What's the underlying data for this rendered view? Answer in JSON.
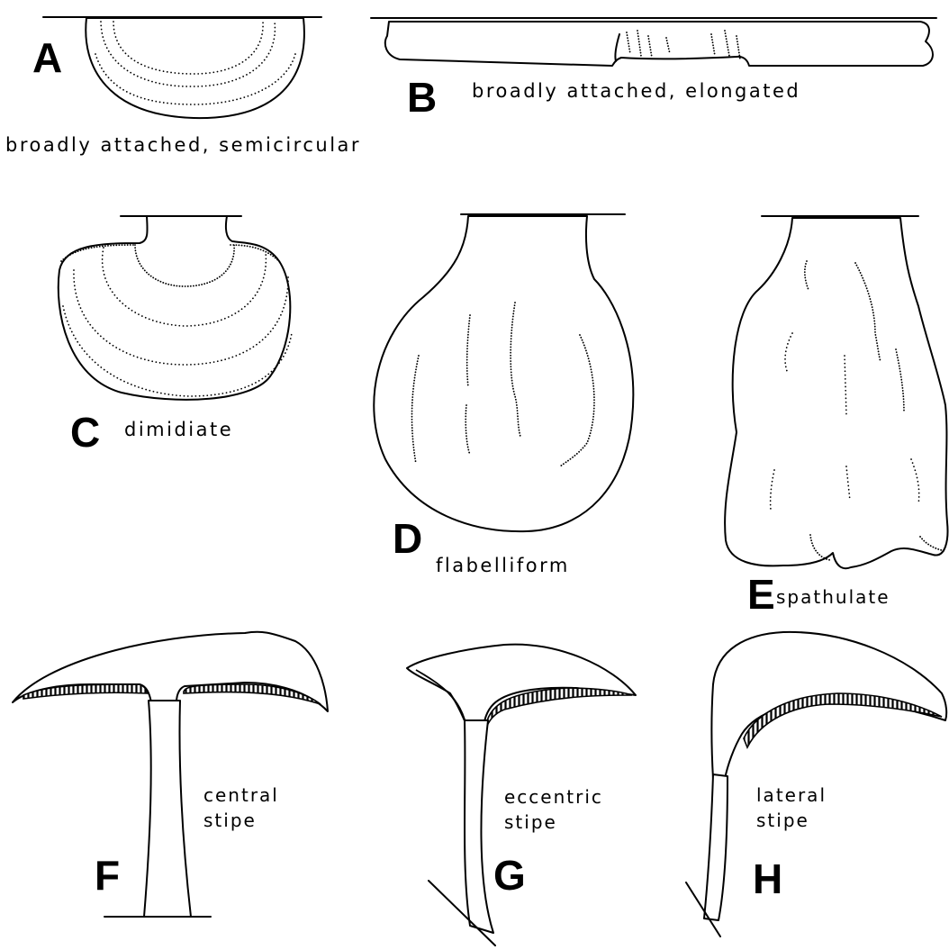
{
  "figure": {
    "panels": [
      {
        "letter": "A",
        "caption": "broadly attached, semicircular"
      },
      {
        "letter": "B",
        "caption": "broadly attached, elongated"
      },
      {
        "letter": "C",
        "caption": "dimidiate"
      },
      {
        "letter": "D",
        "caption": "flabelliform"
      },
      {
        "letter": "E",
        "caption": "spathulate"
      },
      {
        "letter": "F",
        "caption_line1": "central",
        "caption_line2": "stipe"
      },
      {
        "letter": "G",
        "caption_line1": "eccentric",
        "caption_line2": "stipe"
      },
      {
        "letter": "H",
        "caption_line1": "lateral",
        "caption_line2": "stipe"
      }
    ]
  }
}
